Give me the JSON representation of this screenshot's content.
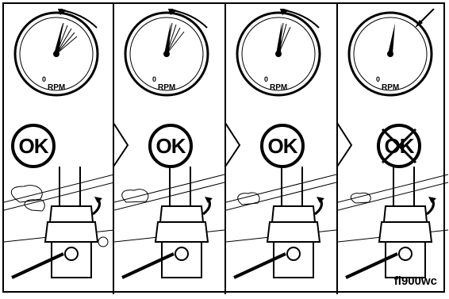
{
  "gauge_label": "RPM",
  "gauge_zero": "0",
  "ok_labels": [
    "OK",
    "OK",
    "OK",
    "OK"
  ],
  "figure_code": "fi900wc"
}
